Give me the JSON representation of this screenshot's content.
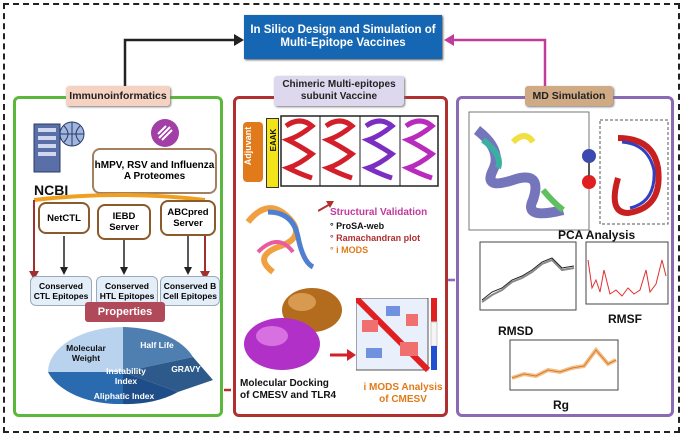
{
  "title": "In Silico Design and Simulation of Multi-Epitope Vaccines",
  "immuno": {
    "header": "Immunoinformatics",
    "ncbi": "NCBI",
    "proteomes": "hMPV, RSV and Influenza A Proteomes",
    "tools": [
      "NetCTL",
      "IEBD Server",
      "ABCpred Server"
    ],
    "epitopes": [
      "Conserved CTL Epitopes",
      "Conserved HTL Epitopes",
      "Conserved B Cell Epitopes"
    ],
    "properties": "Properties",
    "props": [
      "Molecular Weight",
      "Half Life",
      "Instability Index",
      "GRAVY",
      "Aliphatic Index"
    ]
  },
  "vaccine": {
    "header": "Chimeric Multi-epitopes subunit Vaccine",
    "adjuvant": "Adjuvant",
    "linker": "EAAK",
    "validation_title": "Structural Validation",
    "validation_items": [
      "ProSA-web",
      "Ramachandran plot",
      "i MODS"
    ],
    "docking": "Molecular Docking of CMESV and TLR4",
    "imods": "i MODS Analysis of CMESV"
  },
  "md": {
    "header": "MD Simulation",
    "pca": "PCA Analysis",
    "rmsd": "RMSD",
    "rmsf": "RMSF",
    "rg": "Rg"
  },
  "colors": {
    "title_bg": "#1566b3",
    "green": "#5cb83c",
    "red": "#b03030",
    "purple": "#8a6ab5",
    "properties_bg": "#b04a5a"
  }
}
